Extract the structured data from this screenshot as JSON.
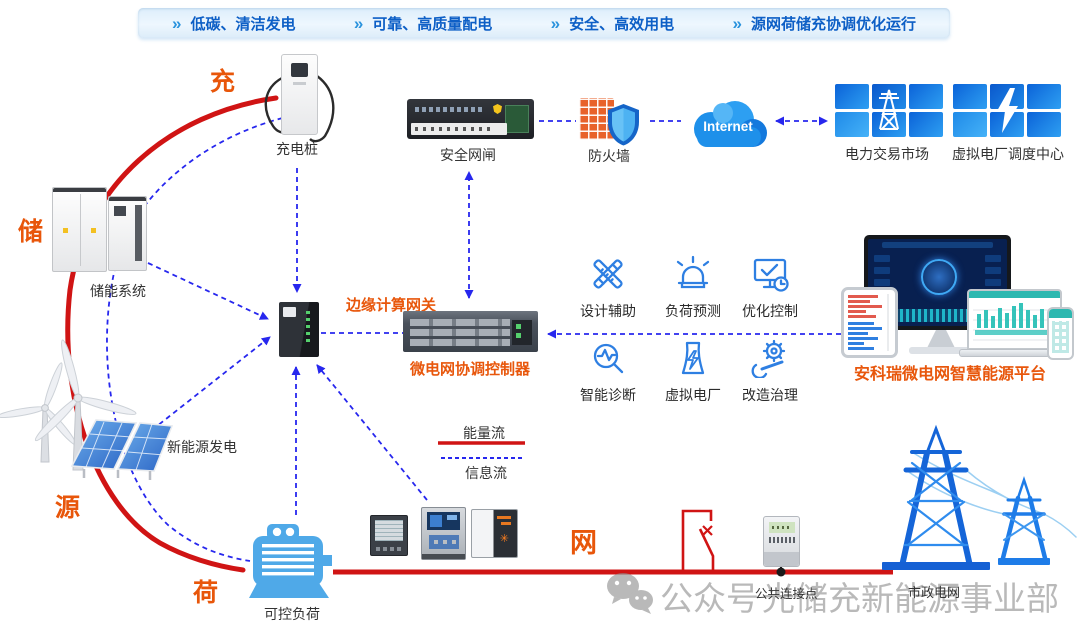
{
  "header": {
    "chevron": "»",
    "items": [
      "低碳、清洁发电",
      "可靠、高质量配电",
      "安全、高效用电",
      "源网荷储充协调优化运行"
    ]
  },
  "zones": {
    "charge": "充",
    "storage": "储",
    "source": "源",
    "load": "荷",
    "grid": "网"
  },
  "nodes": {
    "charging_pile": "充电桩",
    "storage_system": "储能系统",
    "renewable_gen": "新能源发电",
    "controllable_load": "可控负荷",
    "edge_gateway": "边缘计算网关",
    "microgrid_controller": "微电网协调控制器",
    "security_gateway": "安全网闸",
    "firewall": "防火墙",
    "internet": "Internet",
    "power_trading_market": "电力交易市场",
    "vpp_dispatch_center": "虚拟电厂调度中心",
    "pcc": "公共连接点",
    "municipal_grid": "市政电网"
  },
  "features": [
    {
      "icon": "design-assist-icon",
      "label": "设计辅助"
    },
    {
      "icon": "load-forecast-icon",
      "label": "负荷预测"
    },
    {
      "icon": "optimal-control-icon",
      "label": "优化控制"
    },
    {
      "icon": "smart-diagnosis-icon",
      "label": "智能诊断"
    },
    {
      "icon": "virtual-power-plant-icon",
      "label": "虚拟电厂"
    },
    {
      "icon": "retrofit-governance-icon",
      "label": "改造治理"
    }
  ],
  "platform": {
    "label": "安科瑞微电网智慧能源平台"
  },
  "legend": {
    "energy_flow": "能量流",
    "info_flow": "信息流",
    "energy_color": "#d01414",
    "info_color": "#2727ee"
  },
  "watermark": {
    "channel": "公众号",
    "account": "光储充新能源事业部"
  },
  "colors": {
    "accent_orange": "#e8560a",
    "banner_text": "#0d5fc6",
    "tile_blue": "#0b63d8",
    "device_blue": "#4fa9e8"
  }
}
